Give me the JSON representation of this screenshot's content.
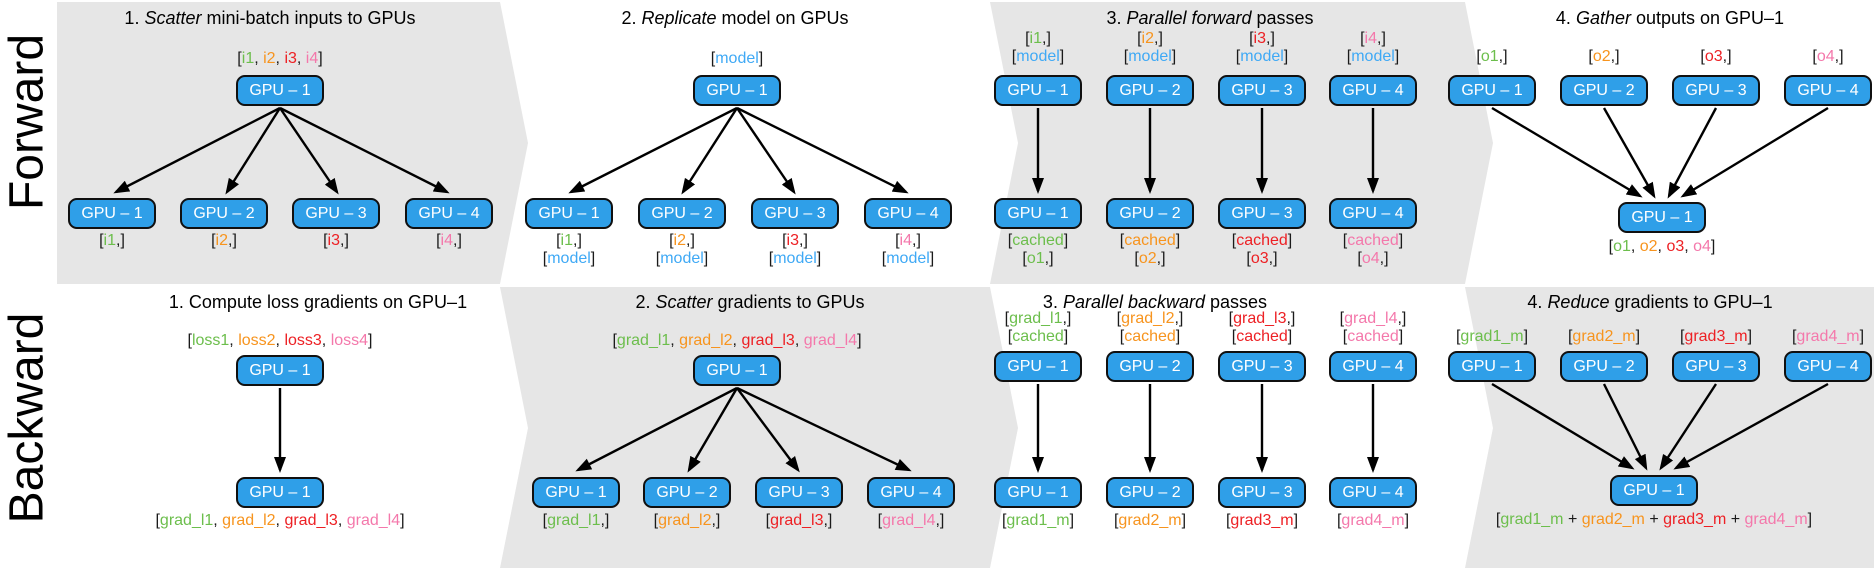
{
  "rows": {
    "forward": "Forward",
    "backward": "Backward"
  },
  "colors": {
    "k": "#1A1A1A",
    "g": "#6CBE4C",
    "o": "#F7941E",
    "r": "#ED2024",
    "p": "#F478AB",
    "b": "#3FA9F5",
    "gpu_box_fill": "#2F9FE8",
    "panel_band_gray": "#E6E6E6",
    "arrow_black": "#000000"
  },
  "gpu": {
    "g1": "GPU – 1",
    "g2": "GPU – 2",
    "g3": "GPU – 3",
    "g4": "GPU – 4"
  },
  "titles": {
    "f1": [
      {
        "t": "1. "
      },
      {
        "t": "Scatter",
        "i": 1
      },
      {
        "t": " mini-batch inputs to GPUs"
      }
    ],
    "f2": [
      {
        "t": "2. "
      },
      {
        "t": "Replicate",
        "i": 1
      },
      {
        "t": " model on GPUs"
      }
    ],
    "f3": [
      {
        "t": "3. "
      },
      {
        "t": "Parallel forward",
        "i": 1
      },
      {
        "t": " passes"
      }
    ],
    "f4": [
      {
        "t": "4. "
      },
      {
        "t": "Gather",
        "i": 1
      },
      {
        "t": " outputs on GPU–1"
      }
    ],
    "b1": [
      {
        "t": "1. Compute loss gradients on GPU–1"
      }
    ],
    "b2": [
      {
        "t": "2. "
      },
      {
        "t": "Scatter",
        "i": 1
      },
      {
        "t": " gradients to GPUs"
      }
    ],
    "b3": [
      {
        "t": "3. "
      },
      {
        "t": "Parallel backward",
        "i": 1
      },
      {
        "t": " passes"
      }
    ],
    "b4": [
      {
        "t": "4. "
      },
      {
        "t": "Reduce",
        "i": 1
      },
      {
        "t": " gradients to GPU–1"
      }
    ]
  },
  "labels": {
    "f1_top": [
      {
        "t": "["
      },
      {
        "t": "i1",
        "c": "g"
      },
      {
        "t": ", "
      },
      {
        "t": "i2",
        "c": "o"
      },
      {
        "t": ", "
      },
      {
        "t": "i3",
        "c": "r"
      },
      {
        "t": ", "
      },
      {
        "t": "i4",
        "c": "p"
      },
      {
        "t": "]"
      }
    ],
    "i1c": [
      {
        "t": "["
      },
      {
        "t": "i1",
        "c": "g"
      },
      {
        "t": ",]"
      }
    ],
    "i2c": [
      {
        "t": "["
      },
      {
        "t": "i2",
        "c": "o"
      },
      {
        "t": ",]"
      }
    ],
    "i3c": [
      {
        "t": "["
      },
      {
        "t": "i3",
        "c": "r"
      },
      {
        "t": ",]"
      }
    ],
    "i4c": [
      {
        "t": "["
      },
      {
        "t": "i4",
        "c": "p"
      },
      {
        "t": ",]"
      }
    ],
    "model": [
      {
        "t": "["
      },
      {
        "t": "model",
        "c": "b"
      },
      {
        "t": "]"
      }
    ],
    "cached_g": [
      {
        "t": "["
      },
      {
        "t": "cached",
        "c": "g"
      },
      {
        "t": "]"
      }
    ],
    "cached_o": [
      {
        "t": "["
      },
      {
        "t": "cached",
        "c": "o"
      },
      {
        "t": "]"
      }
    ],
    "cached_r": [
      {
        "t": "["
      },
      {
        "t": "cached",
        "c": "r"
      },
      {
        "t": "]"
      }
    ],
    "cached_p": [
      {
        "t": "["
      },
      {
        "t": "cached",
        "c": "p"
      },
      {
        "t": "]"
      }
    ],
    "o1c": [
      {
        "t": "["
      },
      {
        "t": "o1",
        "c": "g"
      },
      {
        "t": ",]"
      }
    ],
    "o2c": [
      {
        "t": "["
      },
      {
        "t": "o2",
        "c": "o"
      },
      {
        "t": ",]"
      }
    ],
    "o3c": [
      {
        "t": "["
      },
      {
        "t": "o3",
        "c": "r"
      },
      {
        "t": ",]"
      }
    ],
    "o4c": [
      {
        "t": "["
      },
      {
        "t": "o4",
        "c": "p"
      },
      {
        "t": ",]"
      }
    ],
    "f4_bottom": [
      {
        "t": "["
      },
      {
        "t": "o1",
        "c": "g"
      },
      {
        "t": ", "
      },
      {
        "t": "o2",
        "c": "o"
      },
      {
        "t": ", "
      },
      {
        "t": "o3",
        "c": "r"
      },
      {
        "t": ", "
      },
      {
        "t": "o4",
        "c": "p"
      },
      {
        "t": "]"
      }
    ],
    "b1_top": [
      {
        "t": "["
      },
      {
        "t": "loss1",
        "c": "g"
      },
      {
        "t": ", "
      },
      {
        "t": "loss2",
        "c": "o"
      },
      {
        "t": ", "
      },
      {
        "t": "loss3",
        "c": "r"
      },
      {
        "t": ", "
      },
      {
        "t": "loss4",
        "c": "p"
      },
      {
        "t": "]"
      }
    ],
    "gradl_list": [
      {
        "t": "["
      },
      {
        "t": "grad_l1",
        "c": "g"
      },
      {
        "t": ", "
      },
      {
        "t": "grad_l2",
        "c": "o"
      },
      {
        "t": ", "
      },
      {
        "t": "grad_l3",
        "c": "r"
      },
      {
        "t": ", "
      },
      {
        "t": "grad_l4",
        "c": "p"
      },
      {
        "t": "]"
      }
    ],
    "gradl1c": [
      {
        "t": "["
      },
      {
        "t": "grad_l1",
        "c": "g"
      },
      {
        "t": ",]"
      }
    ],
    "gradl2c": [
      {
        "t": "["
      },
      {
        "t": "grad_l2",
        "c": "o"
      },
      {
        "t": ",]"
      }
    ],
    "gradl3c": [
      {
        "t": "["
      },
      {
        "t": "grad_l3",
        "c": "r"
      },
      {
        "t": ",]"
      }
    ],
    "gradl4c": [
      {
        "t": "["
      },
      {
        "t": "grad_l4",
        "c": "p"
      },
      {
        "t": ",]"
      }
    ],
    "grad1m": [
      {
        "t": "["
      },
      {
        "t": "grad1_m",
        "c": "g"
      },
      {
        "t": "]"
      }
    ],
    "grad2m": [
      {
        "t": "["
      },
      {
        "t": "grad2_m",
        "c": "o"
      },
      {
        "t": "]"
      }
    ],
    "grad3m": [
      {
        "t": "["
      },
      {
        "t": "grad3_m",
        "c": "r"
      },
      {
        "t": "]"
      }
    ],
    "grad4m": [
      {
        "t": "["
      },
      {
        "t": "grad4_m",
        "c": "p"
      },
      {
        "t": "]"
      }
    ],
    "b4_bottom": [
      {
        "t": "["
      },
      {
        "t": "grad1_m",
        "c": "g"
      },
      {
        "t": " + "
      },
      {
        "t": "grad2_m",
        "c": "o"
      },
      {
        "t": " + "
      },
      {
        "t": "grad3_m",
        "c": "r"
      },
      {
        "t": " + "
      },
      {
        "t": "grad4_m",
        "c": "p"
      },
      {
        "t": "]"
      }
    ]
  }
}
